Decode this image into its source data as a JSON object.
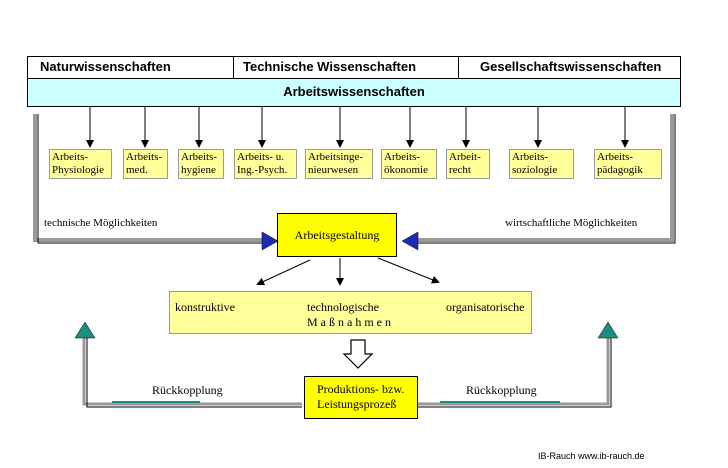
{
  "header": {
    "natur": "Naturwissenschaften",
    "technisch": "Technische Wissenschaften",
    "gesellschaft": "Gesellschaftswissenschaften",
    "arbeit": "Arbeitswissenschaften"
  },
  "disciplines": [
    {
      "label": "Arbeits-\nPhysiologie"
    },
    {
      "label": "Arbeits-\nmed."
    },
    {
      "label": "Arbeits-\nhygiene"
    },
    {
      "label": "Arbeits- u.\nIng.-Psych."
    },
    {
      "label": "Arbeitsinge-\nnieurwesen"
    },
    {
      "label": "Arbeits-\nökonomie"
    },
    {
      "label": "Arbeit-\nrecht"
    },
    {
      "label": "Arbeits-\nsoziologie"
    },
    {
      "label": "Arbeits-\npädagogik"
    }
  ],
  "center": {
    "gestaltung": "Arbeitsgestaltung",
    "left_label": "technische Möglichkeiten",
    "right_label": "wirtschaftliche Möglichkeiten"
  },
  "measures": {
    "konstruktive": "konstruktive",
    "technologische": "technologische",
    "organisatorische": "organisatorische",
    "massnahmen": "M a ß n a h m e n"
  },
  "process": {
    "line1": "Produktions- bzw.",
    "line2": "Leistungsprozeß"
  },
  "feedback": {
    "left": "Rückkopplung",
    "right": "Rückkopplung"
  },
  "footer": "IB-Rauch www.ib-rauch.de",
  "colors": {
    "header_sub_bg": "#ccffff",
    "box_bg": "#ffff99",
    "gestaltung_bg": "#ffff00",
    "arrow_blue": "#1d2bb5",
    "arrow_teal": "#1a8f7f"
  }
}
